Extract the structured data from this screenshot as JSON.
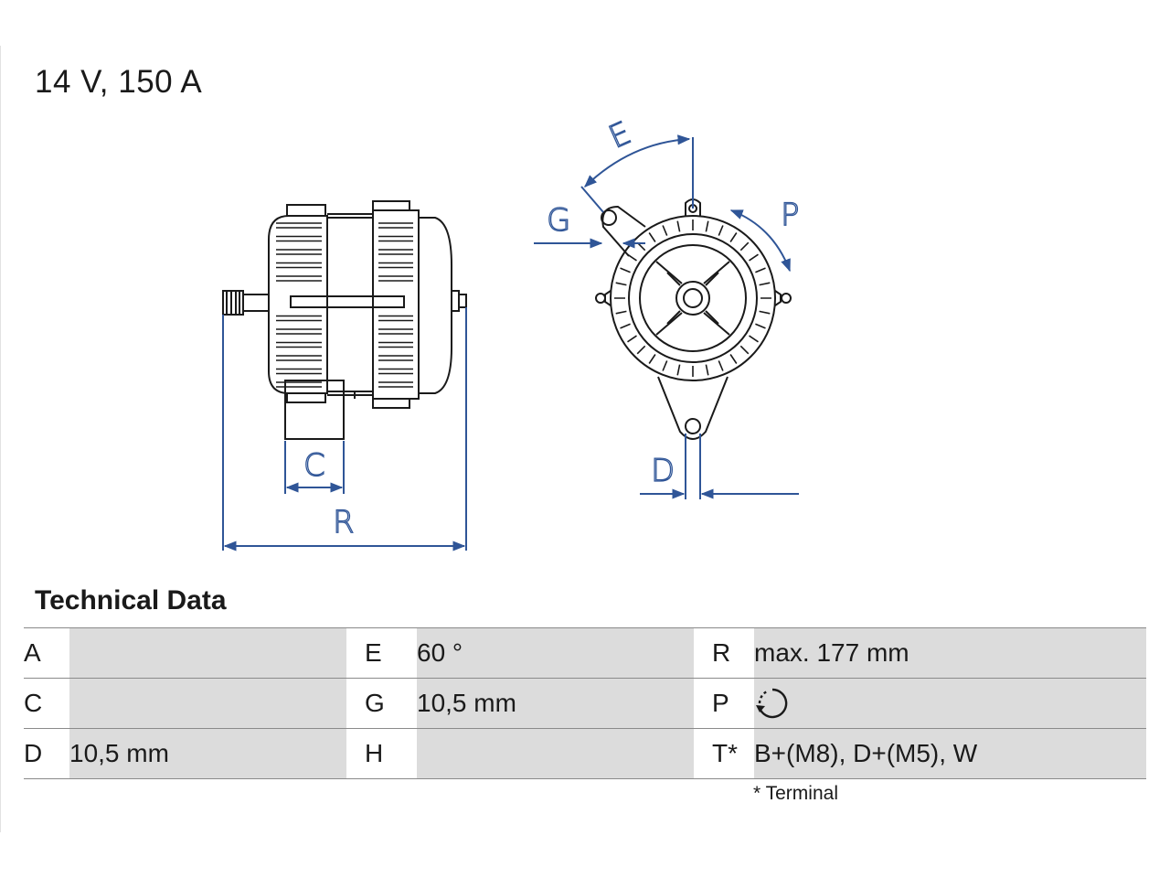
{
  "title": "14 V, 150 A",
  "diagram": {
    "labels": {
      "C": "C",
      "R": "R",
      "D": "D",
      "E": "E",
      "G": "G",
      "P": "P"
    },
    "line_color": "#2f5597"
  },
  "technical_data": {
    "heading": "Technical Data",
    "rows": [
      [
        {
          "key": "A",
          "value": ""
        },
        {
          "key": "E",
          "value": "60 °"
        },
        {
          "key": "R",
          "value": "max. 177 mm"
        }
      ],
      [
        {
          "key": "C",
          "value": ""
        },
        {
          "key": "G",
          "value": "10,5 mm"
        },
        {
          "key": "P",
          "value": "",
          "icon": "clockwise-rotation-icon"
        }
      ],
      [
        {
          "key": "D",
          "value": "10,5 mm"
        },
        {
          "key": "H",
          "value": ""
        },
        {
          "key": "T*",
          "value": "B+(M8), D+(M5), W"
        }
      ]
    ],
    "footnote": "* Terminal"
  }
}
